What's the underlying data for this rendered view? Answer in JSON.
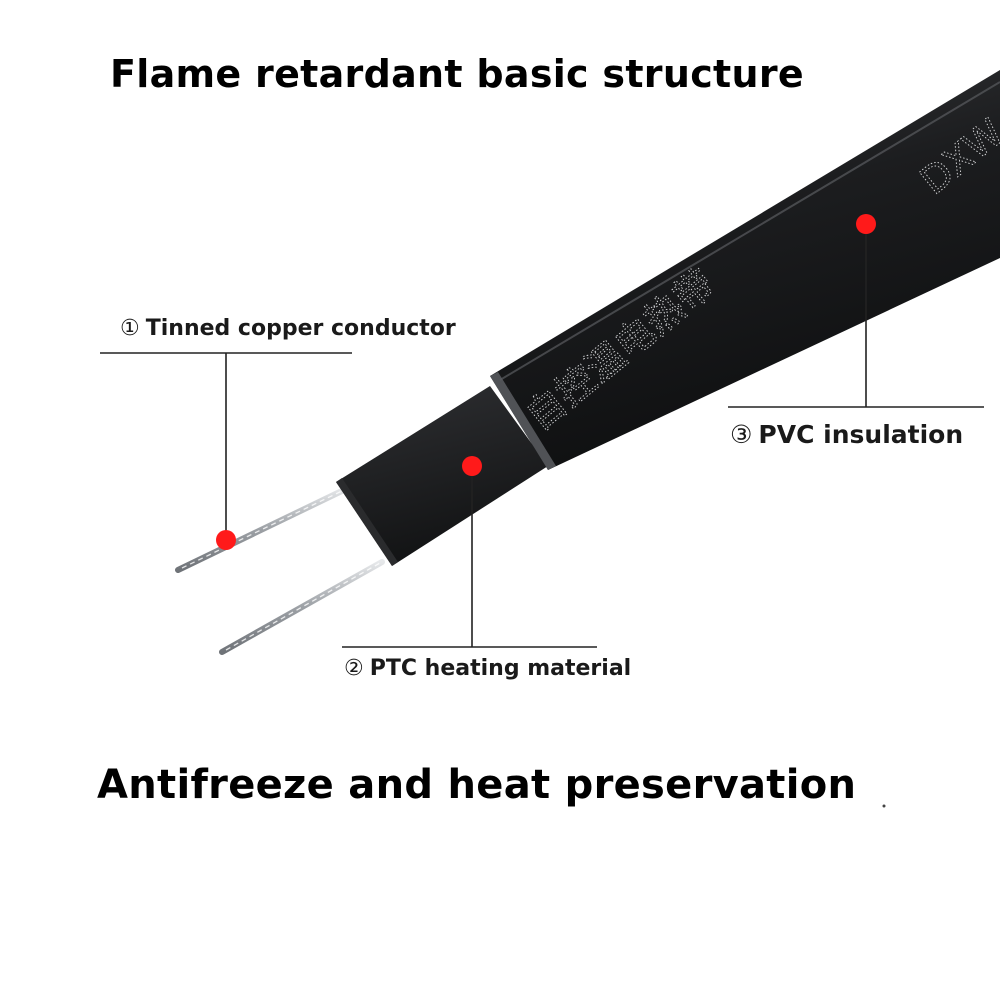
{
  "title_top": "Flame retardant basic structure",
  "title_bottom": "Antifreeze and heat preservation",
  "callouts": [
    {
      "number": "①",
      "text": "Tinned copper conductor"
    },
    {
      "number": "②",
      "text": "PTC heating material"
    },
    {
      "number": "③",
      "text": "PVC insulation"
    }
  ],
  "cable_print": {
    "chinese": "自控温电热带",
    "latin": "DXW"
  },
  "colors": {
    "background": "#ffffff",
    "text": "#000000",
    "cable": "#1b1c1e",
    "marker": "#ff1a1a",
    "wire": "#b9bcc0",
    "leader": "#222222"
  }
}
